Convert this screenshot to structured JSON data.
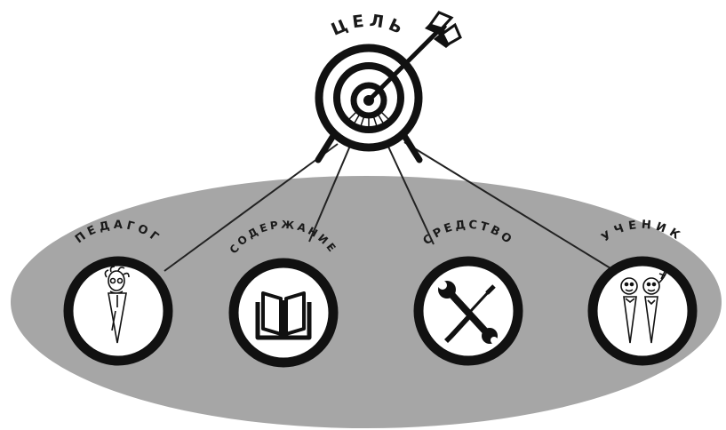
{
  "goal": {
    "label": "ЦЕЛЬ",
    "icon": "target-with-arrow-icon"
  },
  "nodes": [
    {
      "id": "teacher",
      "label": "ПЕДАГОГ",
      "icon": "teacher-figure-icon"
    },
    {
      "id": "content",
      "label": "СОДЕРЖАНИЕ",
      "icon": "open-book-icon"
    },
    {
      "id": "means",
      "label": "СРЕДСТВО",
      "icon": "wrench-screwdriver-icon"
    },
    {
      "id": "student",
      "label": "УЧЕНИК",
      "icon": "student-couple-icon"
    }
  ],
  "colors": {
    "ellipse": "#a6a6a6",
    "ring": "#111111",
    "fill": "#ffffff",
    "line": "#222222"
  }
}
